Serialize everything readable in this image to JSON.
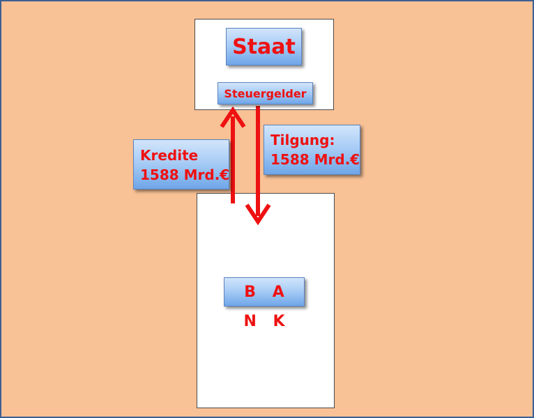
{
  "staat": {
    "title": "Staat",
    "sub_label": "Steuergelder"
  },
  "flows": {
    "kredite": {
      "line1": "Kredite",
      "line2": "1588 Mrd.€"
    },
    "tilgung": {
      "line1": "Tilgung:",
      "line2": "1588 Mrd.€"
    }
  },
  "bank": {
    "title": "B A N K"
  },
  "colors": {
    "background": "#f8c196",
    "border": "#3d5f93",
    "arrow": "#ee1111",
    "text": "#ee1111",
    "label_fill_top": "#d2e5fb",
    "label_fill_bottom": "#6fa6e8"
  }
}
